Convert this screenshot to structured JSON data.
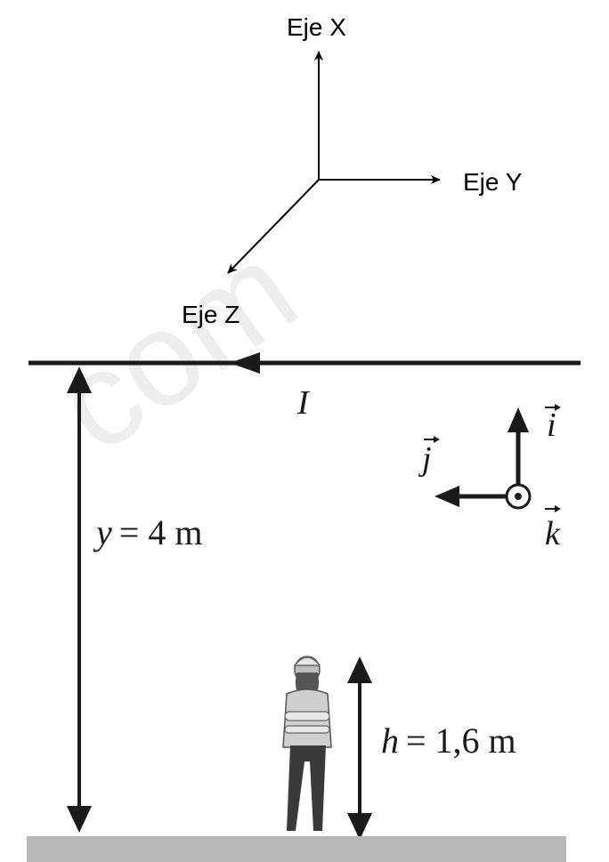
{
  "axes": {
    "x_label": "Eje X",
    "y_label": "Eje Y",
    "z_label": "Eje Z"
  },
  "wire": {
    "current_label": "I"
  },
  "unit_vectors": {
    "i_label": "i",
    "j_label": "j",
    "k_label": "k"
  },
  "dimensions": {
    "y_lhs": "y",
    "y_eq": "= 4 m",
    "h_lhs": "h",
    "h_eq": "= 1,6 m"
  },
  "watermark": "com",
  "colors": {
    "ink": "#1a1a1a",
    "ground": "#b9b9b9",
    "watermark": "#eeeeee"
  },
  "icons": [
    "person-icon",
    "out-of-page-symbol"
  ]
}
